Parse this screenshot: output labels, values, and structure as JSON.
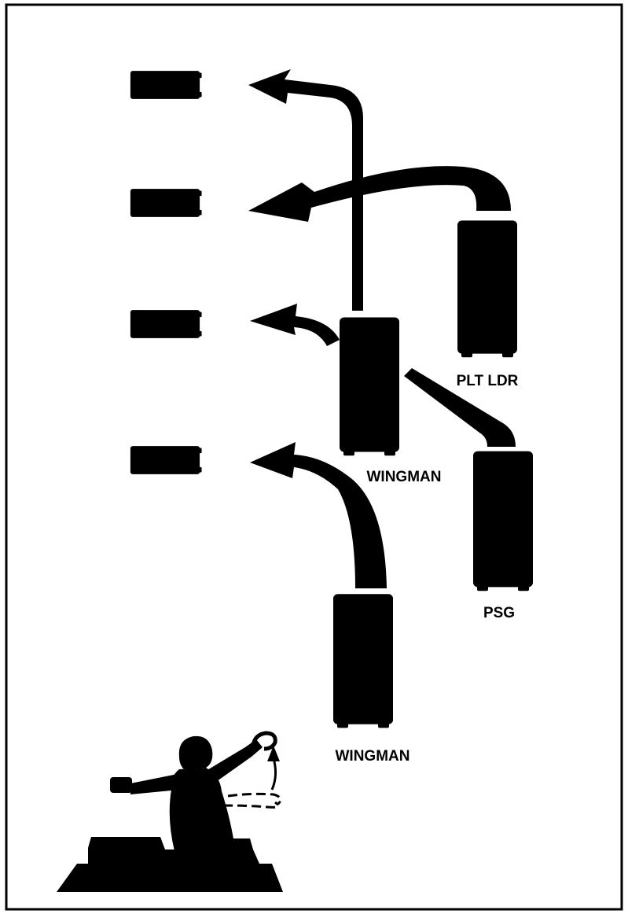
{
  "diagram": {
    "labels": {
      "plt_ldr": "PLT LDR",
      "wingman_center": "WINGMAN",
      "psg": "PSG",
      "wingman_bottom": "WINGMAN"
    },
    "colors": {
      "background": "#ffffff",
      "ink": "#000000"
    },
    "icons": [
      "tank-icon",
      "ground-guide-signal-icon",
      "movement-arrow-icon"
    ]
  }
}
